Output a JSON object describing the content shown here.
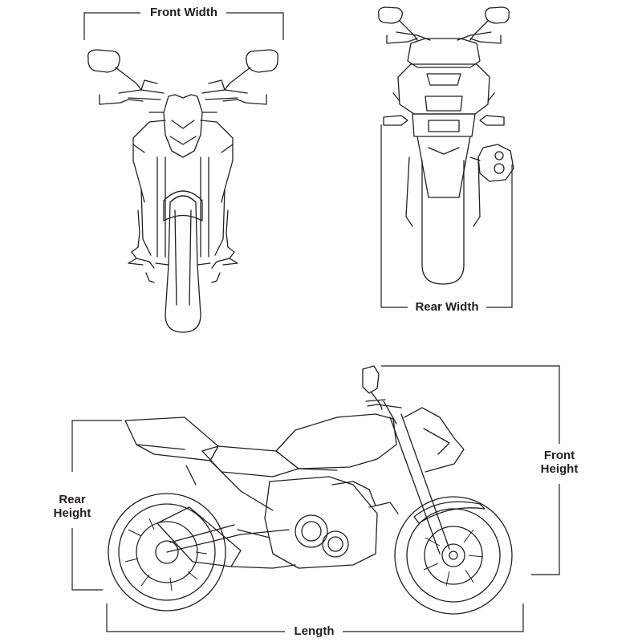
{
  "labels": {
    "front_width": "Front Width",
    "rear_width": "Rear Width",
    "front_height_line1": "Front",
    "front_height_line2": "Height",
    "rear_height_line1": "Rear",
    "rear_height_line2": "Height",
    "length": "Length"
  },
  "colors": {
    "ink": "#231f20",
    "background": "#ffffff"
  }
}
